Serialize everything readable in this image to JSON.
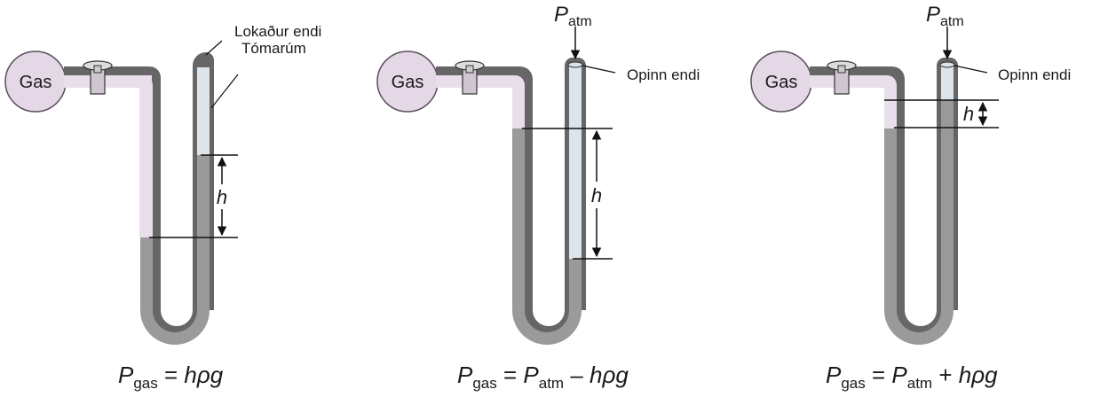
{
  "colors": {
    "gas_fill": "#e4d8e6",
    "gas_stroke": "#5a4f5c",
    "tube_gas": "#e9dfeb",
    "tube_empty": "#dde4ea",
    "mercury": "#9a9a9a",
    "mercury_dark": "#6f6f6f",
    "line": "#111111"
  },
  "panels": [
    {
      "gas_label": "Gas",
      "annotation_line1": "Lokaður endi",
      "annotation_line2": "Tómarúm",
      "h_label": "h",
      "formula": {
        "p": "P",
        "p_sub": "gas",
        "eq": " = ",
        "rhs": "hρg"
      }
    },
    {
      "gas_label": "Gas",
      "patm": "P",
      "patm_sub": "atm",
      "annotation": "Opinn endi",
      "h_label": "h",
      "formula": {
        "p": "P",
        "p_sub": "gas",
        "eq": " = ",
        "p2": "P",
        "p2_sub": "atm",
        "op": " – ",
        "rhs": "hρg"
      }
    },
    {
      "gas_label": "Gas",
      "patm": "P",
      "patm_sub": "atm",
      "annotation": "Opinn endi",
      "h_label": "h",
      "formula": {
        "p": "P",
        "p_sub": "gas",
        "eq": " = ",
        "p2": "P",
        "p2_sub": "atm",
        "op": " + ",
        "rhs": "hρg"
      }
    }
  ]
}
